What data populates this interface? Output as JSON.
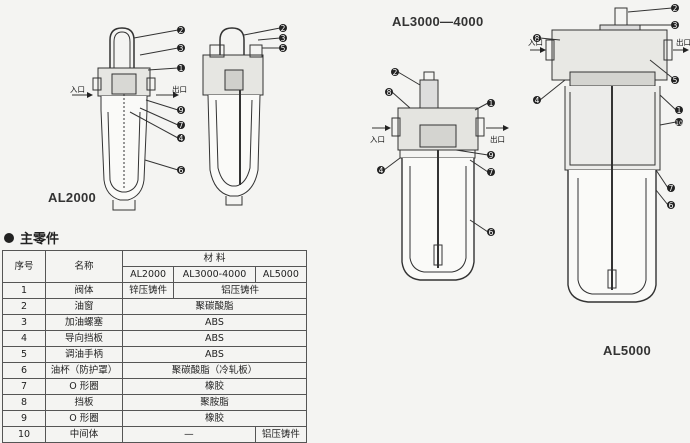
{
  "models": {
    "al2000": "AL2000",
    "al3000_4000": "AL3000—4000",
    "al5000": "AL5000"
  },
  "port_labels": {
    "inlet": "入口",
    "outlet": "出口"
  },
  "callout_numbers": [
    "1",
    "2",
    "3",
    "4",
    "5",
    "6",
    "7",
    "8",
    "9",
    "10"
  ],
  "section_title": "主零件",
  "table": {
    "headers": {
      "no": "序号",
      "name": "名称",
      "material": "材  料"
    },
    "material_models": [
      "AL2000",
      "AL3000-4000",
      "AL5000"
    ],
    "rows": [
      {
        "no": "1",
        "name": "阀体",
        "m1": "锌压铸件",
        "m2": "铝压铸件"
      },
      {
        "no": "2",
        "name": "油窗",
        "all": "聚碳酸脂"
      },
      {
        "no": "3",
        "name": "加油螺塞",
        "all": "ABS"
      },
      {
        "no": "4",
        "name": "导向挡板",
        "all": "ABS"
      },
      {
        "no": "5",
        "name": "调油手柄",
        "all": "ABS"
      },
      {
        "no": "6",
        "name": "油杯（防护罩）",
        "all": "聚碳酸脂（冷轧板）"
      },
      {
        "no": "7",
        "name": "O 形圈",
        "all": "橡胶"
      },
      {
        "no": "8",
        "name": "挡板",
        "all": "聚胺脂"
      },
      {
        "no": "9",
        "name": "O 形圈",
        "all": "橡胶"
      },
      {
        "no": "10",
        "name": "中间体",
        "m1": "—",
        "m3": "铝压铸件"
      }
    ]
  }
}
